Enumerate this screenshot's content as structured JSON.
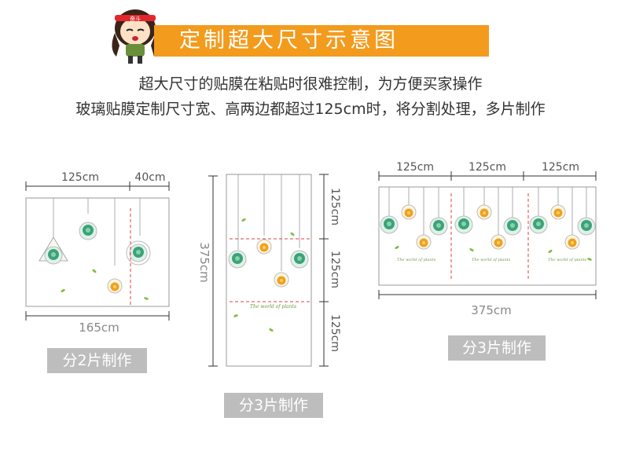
{
  "header": {
    "title": "定制超大尺寸示意图",
    "mascot_text": "奋斗"
  },
  "description": {
    "line1": "超大尺寸的贴膜在粘贴时很难控制，为方便买家操作",
    "line2": "玻璃贴膜定制尺寸宽、高两边都超过125cm时，将分割处理，多片制作"
  },
  "example1": {
    "top_dims": [
      "125cm",
      "40cm"
    ],
    "bottom_dim": "165cm",
    "badge": "分2片制作"
  },
  "example2": {
    "side_dim": "375cm",
    "right_dims": [
      "125cm",
      "125cm",
      "125cm"
    ],
    "panel_caption": "The world of plants",
    "badge": "分3片制作"
  },
  "example3": {
    "top_dims": [
      "125cm",
      "125cm",
      "125cm"
    ],
    "bottom_dim": "375cm",
    "panel_caption": "The world of plants",
    "badge": "分3片制作"
  },
  "colors": {
    "banner": "#f39b1d",
    "split_line": "#e04040",
    "badge": "#bdbdbd",
    "succulent_green": "#3aa37a",
    "succulent_orange": "#f0a020"
  }
}
